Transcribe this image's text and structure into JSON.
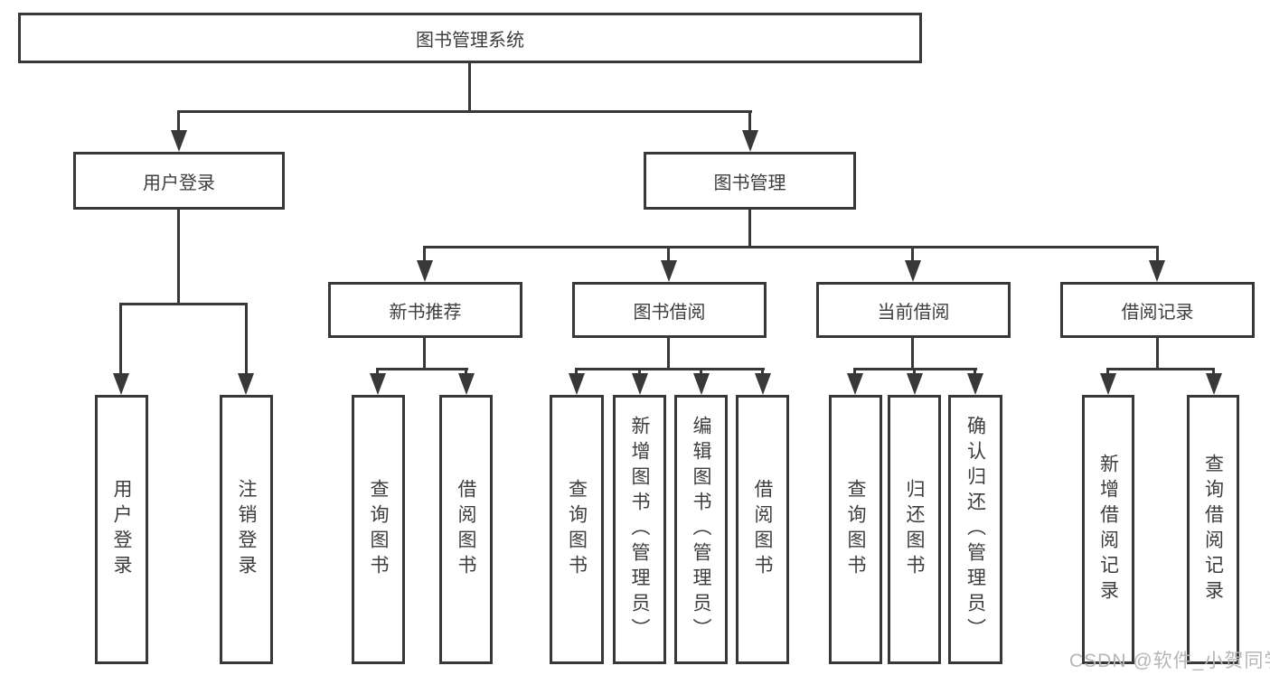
{
  "diagram": {
    "root": {
      "label": "图书管理系统"
    },
    "branches": [
      {
        "label": "用户登录",
        "children": [
          {
            "label": "用户登录"
          },
          {
            "label": "注销登录"
          }
        ]
      },
      {
        "label": "图书管理",
        "children": [
          {
            "label": "新书推荐",
            "children": [
              {
                "label": "查询图书"
              },
              {
                "label": "借阅图书"
              }
            ]
          },
          {
            "label": "图书借阅",
            "children": [
              {
                "label": "查询图书"
              },
              {
                "label": "新增图书（管理员）"
              },
              {
                "label": "编辑图书（管理员）"
              },
              {
                "label": "借阅图书"
              }
            ]
          },
          {
            "label": "当前借阅",
            "children": [
              {
                "label": "查询图书"
              },
              {
                "label": "归还图书"
              },
              {
                "label": "确认归还（管理员）"
              }
            ]
          },
          {
            "label": "借阅记录",
            "children": [
              {
                "label": "新增借阅记录"
              },
              {
                "label": "查询借阅记录"
              }
            ]
          }
        ]
      }
    ]
  },
  "watermark": {
    "text": "CSDN @软件_小贺同学"
  },
  "colors": {
    "line": "#383838",
    "text": "#3d3d3d",
    "background": "#ffffff",
    "watermark": "#b9b5b5"
  }
}
